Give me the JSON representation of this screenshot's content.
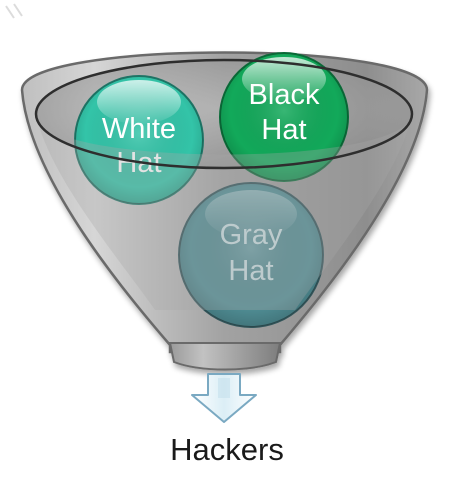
{
  "diagram": {
    "balls": [
      {
        "key": "white",
        "line1": "White",
        "line2": "Hat",
        "color": "#33c4a8"
      },
      {
        "key": "black",
        "line1": "Black",
        "line2": "Hat",
        "color": "#12a95a"
      },
      {
        "key": "gray",
        "line1": "Gray",
        "line2": "Hat",
        "color": "#4f8c93"
      }
    ],
    "output_label": "Hackers",
    "funnel_color": "#a6a6a6",
    "arrow_color": "#c9e3ee"
  }
}
